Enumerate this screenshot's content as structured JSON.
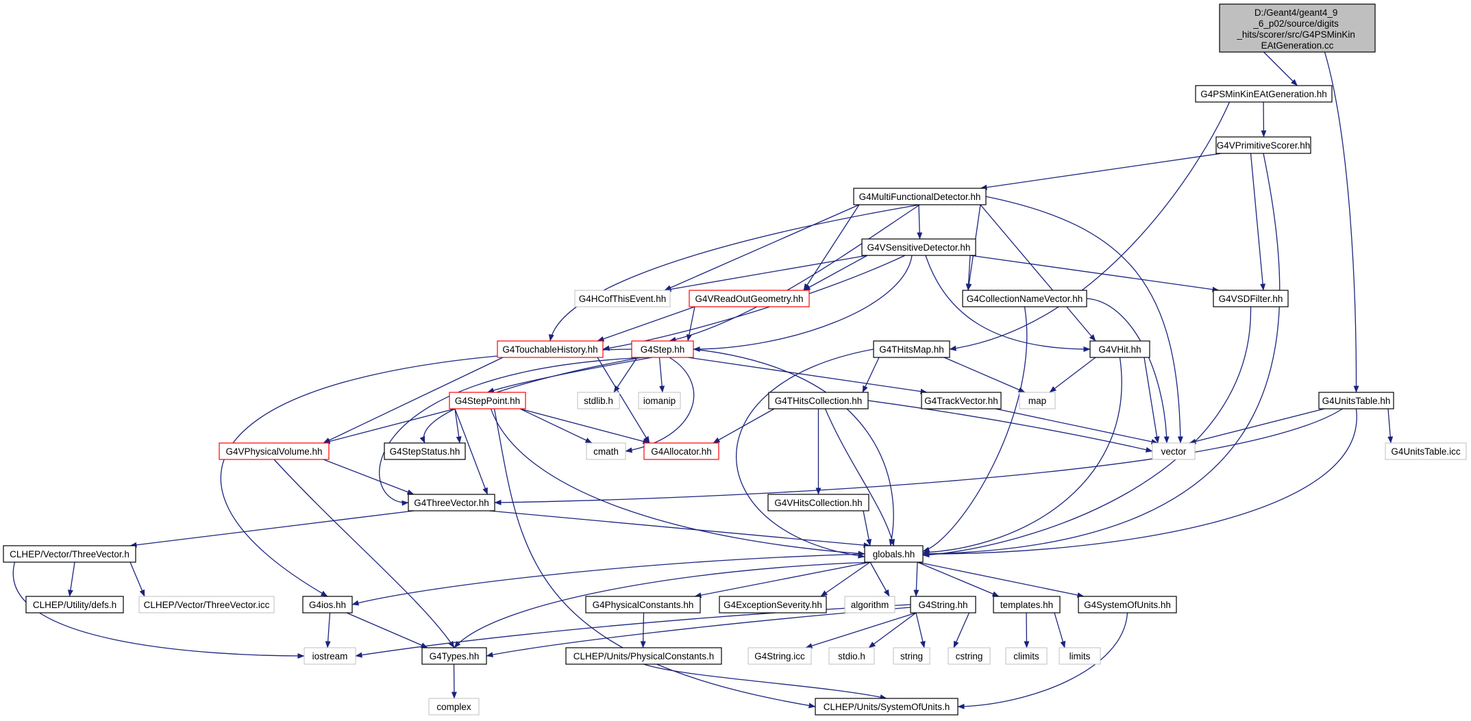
{
  "diagram": {
    "root": {
      "label_lines": [
        "D:/Geant4/geant4_9",
        "_6_p02/source/digits",
        "_hits/scorer/src/G4PSMinKin",
        "EAtGeneration.cc"
      ]
    },
    "nodes": {
      "psminkin": {
        "label": "G4PSMinKinEAtGeneration.hh"
      },
      "vprimscorer": {
        "label": "G4VPrimitiveScorer.hh"
      },
      "multifunc": {
        "label": "G4MultiFunctionalDetector.hh"
      },
      "vsensdet": {
        "label": "G4VSensitiveDetector.hh"
      },
      "hcofthisevent": {
        "label": "G4HCofThisEvent.hh"
      },
      "vreadout": {
        "label": "G4VReadOutGeometry.hh"
      },
      "collnamevec": {
        "label": "G4CollectionNameVector.hh"
      },
      "vsdfilter": {
        "label": "G4VSDFilter.hh"
      },
      "touchable": {
        "label": "G4TouchableHistory.hh"
      },
      "step": {
        "label": "G4Step.hh"
      },
      "thitsmap": {
        "label": "G4THitsMap.hh"
      },
      "vhit": {
        "label": "G4VHit.hh"
      },
      "stdlib": {
        "label": "stdlib.h"
      },
      "iomanip": {
        "label": "iomanip"
      },
      "steppoint": {
        "label": "G4StepPoint.hh"
      },
      "thitscoll": {
        "label": "G4THitsCollection.hh"
      },
      "trackvector": {
        "label": "G4TrackVector.hh"
      },
      "map": {
        "label": "map"
      },
      "unitstable": {
        "label": "G4UnitsTable.hh"
      },
      "vphysvol": {
        "label": "G4VPhysicalVolume.hh"
      },
      "stepstatus": {
        "label": "G4StepStatus.hh"
      },
      "cmath": {
        "label": "cmath"
      },
      "allocator": {
        "label": "G4Allocator.hh"
      },
      "vector": {
        "label": "vector"
      },
      "unitstableicc": {
        "label": "G4UnitsTable.icc"
      },
      "threevector": {
        "label": "G4ThreeVector.hh"
      },
      "vhitscoll": {
        "label": "G4VHitsCollection.hh"
      },
      "clhepthree": {
        "label": "CLHEP/Vector/ThreeVector.h"
      },
      "globals": {
        "label": "globals.hh"
      },
      "defs": {
        "label": "CLHEP/Utility/defs.h"
      },
      "clhepthreeicc": {
        "label": "CLHEP/Vector/ThreeVector.icc"
      },
      "g4ios": {
        "label": "G4ios.hh"
      },
      "physconst": {
        "label": "G4PhysicalConstants.hh"
      },
      "excseverity": {
        "label": "G4ExceptionSeverity.hh"
      },
      "algorithm": {
        "label": "algorithm"
      },
      "g4string": {
        "label": "G4String.hh"
      },
      "templates": {
        "label": "templates.hh"
      },
      "sysunits": {
        "label": "G4SystemOfUnits.hh"
      },
      "iostream": {
        "label": "iostream"
      },
      "g4types": {
        "label": "G4Types.hh"
      },
      "clhepphysconst": {
        "label": "CLHEP/Units/PhysicalConstants.h"
      },
      "g4stringicc": {
        "label": "G4String.icc"
      },
      "stdio": {
        "label": "stdio.h"
      },
      "string": {
        "label": "string"
      },
      "cstring": {
        "label": "cstring"
      },
      "climits": {
        "label": "climits"
      },
      "limits": {
        "label": "limits"
      },
      "complex": {
        "label": "complex"
      },
      "clhepsysunits": {
        "label": "CLHEP/Units/SystemOfUnits.h"
      }
    },
    "colors": {
      "edge": "#1a237e",
      "documented_border": "#000000",
      "truncated_border": "#ff0000",
      "external_border": "#bfbfbf",
      "root_fill": "#bfbfbf"
    }
  }
}
